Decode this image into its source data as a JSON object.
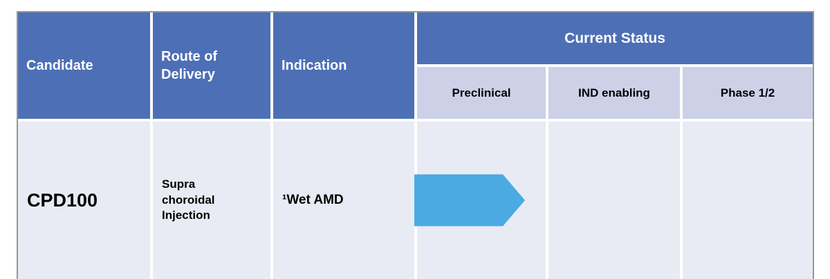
{
  "colors": {
    "header_blue": "#4d6fb5",
    "subheader_lavender": "#ccd1e8",
    "body_bg": "#e9ebf4",
    "arrow_blue": "#4baae2",
    "border_gray": "#969696",
    "header_text": "#ffffff",
    "body_text": "#000000"
  },
  "table": {
    "headers": [
      "Candidate",
      "Route of\nDelivery",
      "Indication"
    ],
    "status_group": {
      "label": "Current Status",
      "phases": [
        "Preclinical",
        "IND enabling",
        "Phase 1/2"
      ]
    },
    "rows": [
      {
        "candidate": "CPD100",
        "route_of_delivery": "Supra\nchoroidal\nInjection",
        "indication": "¹Wet AMD",
        "status": {
          "phase_reached": "Preclinical",
          "marker": "arrow"
        }
      }
    ]
  }
}
